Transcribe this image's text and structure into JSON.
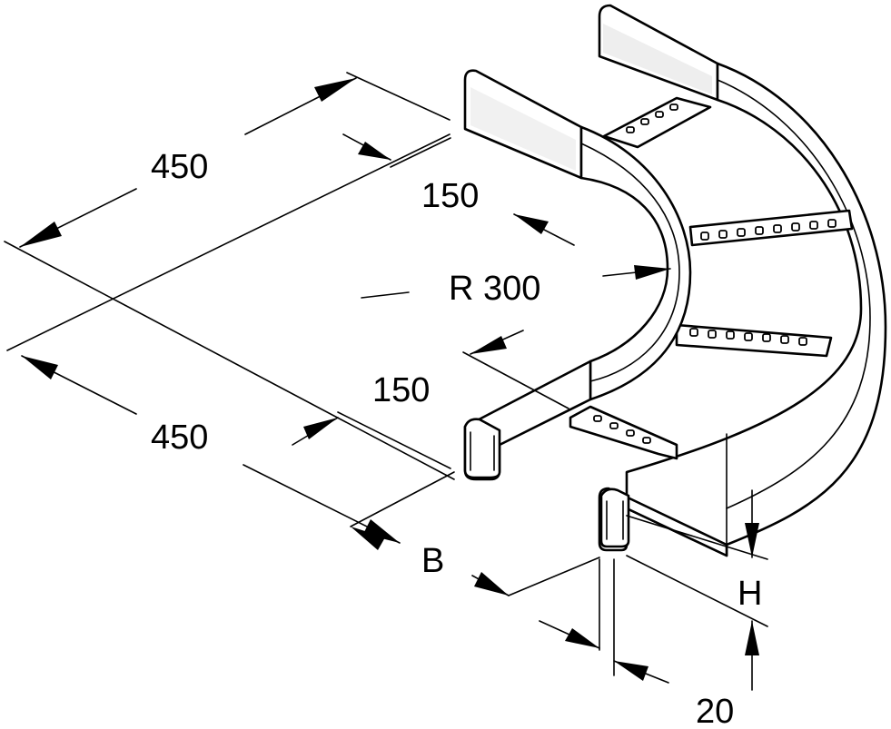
{
  "labels": {
    "length_top": "450",
    "length_bottom": "450",
    "straight_top": "150",
    "straight_bottom": "150",
    "radius": "R 300",
    "width": "B",
    "height": "H",
    "thickness": "20"
  },
  "colors": {
    "line": "#000000",
    "fill": "#ffffff",
    "shade": "#cfcfcf"
  }
}
